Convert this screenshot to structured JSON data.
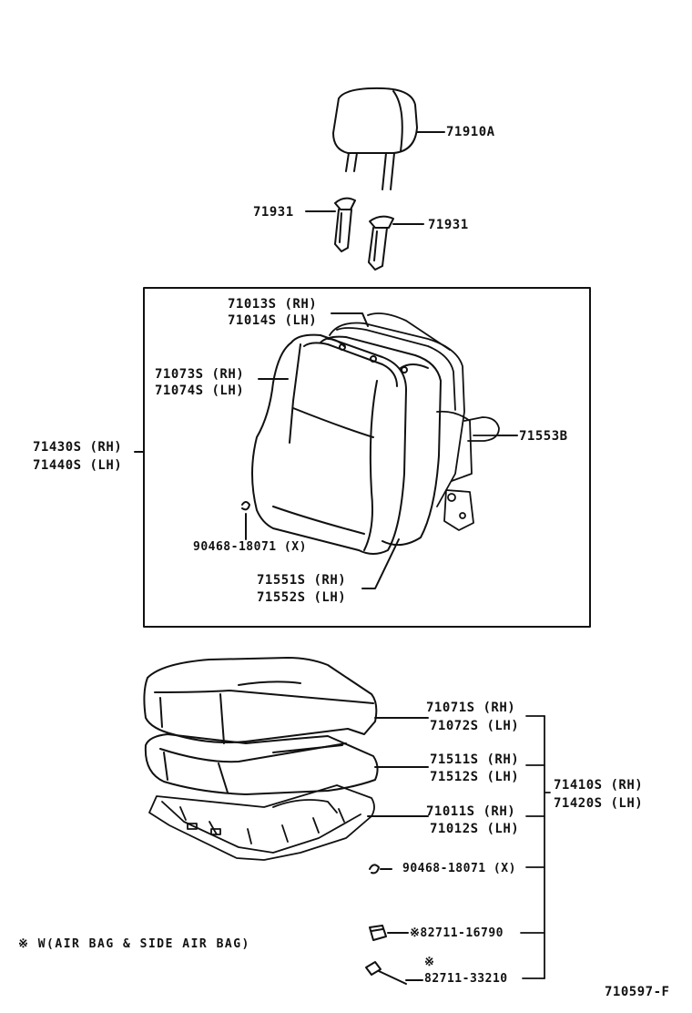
{
  "parts": {
    "headrest": "71910A",
    "support_left": "71931",
    "support_right": "71931",
    "back_spring_rh": "71013S (RH)",
    "back_spring_lh": "71014S (LH)",
    "back_pad_rh": "71073S (RH)",
    "back_pad_lh": "71074S (LH)",
    "back_assy_rh": "71430S (RH)",
    "back_assy_lh": "71440S (LH)",
    "hinge": "71553B",
    "back_clip": "90468-18071 (X)",
    "back_board_rh": "71551S (RH)",
    "back_board_lh": "71552S (LH)",
    "cushion_cover_rh": "71071S (RH)",
    "cushion_cover_lh": "71072S (LH)",
    "cushion_pad_rh": "71511S (RH)",
    "cushion_pad_lh": "71512S (LH)",
    "cushion_frame_rh": "71011S (RH)",
    "cushion_frame_lh": "71012S (LH)",
    "cushion_assy_rh": "71410S (RH)",
    "cushion_assy_lh": "71420S (LH)",
    "cushion_clip": "90468-18071 (X)",
    "harness_clamp": "※82711-16790",
    "wire_mark": "※",
    "wire_clamp": "82711-33210"
  },
  "footnote": "※ W(AIR BAG & SIDE AIR BAG)",
  "figure_id": "710597-F"
}
